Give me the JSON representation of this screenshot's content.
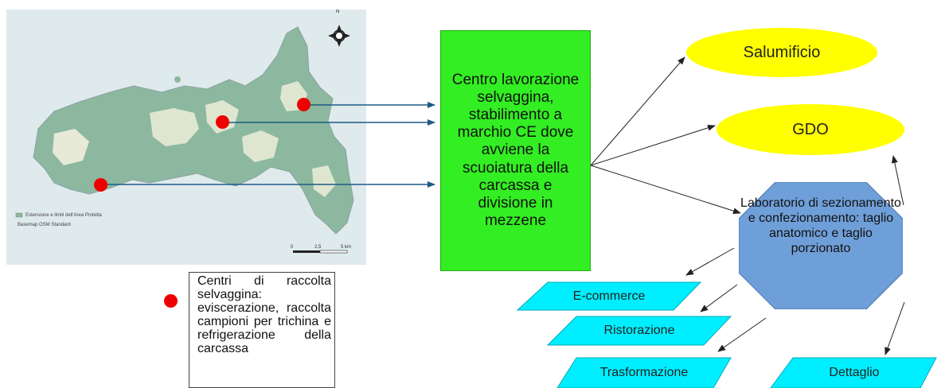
{
  "map": {
    "legend_item": "Estensione e limiti dell'Area Protetta",
    "basemap_label": "Basemap OSM Standard",
    "scale_ticks": [
      "0",
      "2,5",
      "5 km"
    ],
    "compass_north": "N",
    "colors": {
      "sea": "#dfeaed",
      "land_green": "#8cb8a0",
      "land_light": "#dfe6cf",
      "dot": "#ee0000",
      "arrow": "#1d5a85"
    }
  },
  "center_box": {
    "text": "Centro lavorazione selvaggina, stabilimento a marchio CE dove avviene la scuoiatura della carcassa e divisione in mezzene",
    "color": "#33ee22"
  },
  "outputs": {
    "salumificio": "Salumificio",
    "gdo": "GDO",
    "ellipse_color": "#ffff00"
  },
  "laboratorio": {
    "text": "Laboratorio di sezionamento e confezionamento: taglio anatomico e taglio porzionato",
    "color": "#6f9fd8"
  },
  "channels": {
    "items": [
      "E-commerce",
      "Ristorazione",
      "Trasformazione",
      "Dettaglio"
    ],
    "color": "#00eeff"
  },
  "legend": {
    "text": "Centri di raccolta selvaggina: eviscerazione, raccolta campioni per trichina e refrigerazione della carcassa"
  }
}
